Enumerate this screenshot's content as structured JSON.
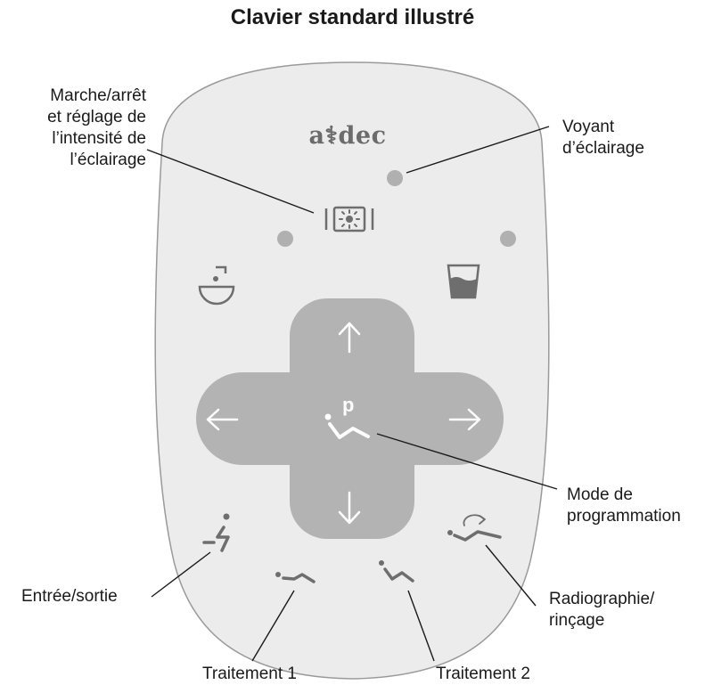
{
  "title": "Clavier standard illustré",
  "brand": "a⚕dec",
  "callouts": {
    "light": [
      "Marche/arrêt",
      "et réglage de",
      "l’intensité de",
      "l’éclairage"
    ],
    "indicator": [
      "Voyant",
      "d’éclairage"
    ],
    "program": [
      "Mode de",
      "programmation"
    ],
    "entry": "Entrée/sortie",
    "xray": [
      "Radiographie/",
      "rinçage"
    ],
    "treat1": "Traitement 1",
    "treat2": "Traitement 2"
  },
  "button_glyph_p": "p",
  "colors": {
    "keypad": "#ececec",
    "keypad_border": "#9a9a9a",
    "dpad": "#b3b3b3",
    "icon": "#6e6e6e",
    "led": "#b0b0b0"
  }
}
